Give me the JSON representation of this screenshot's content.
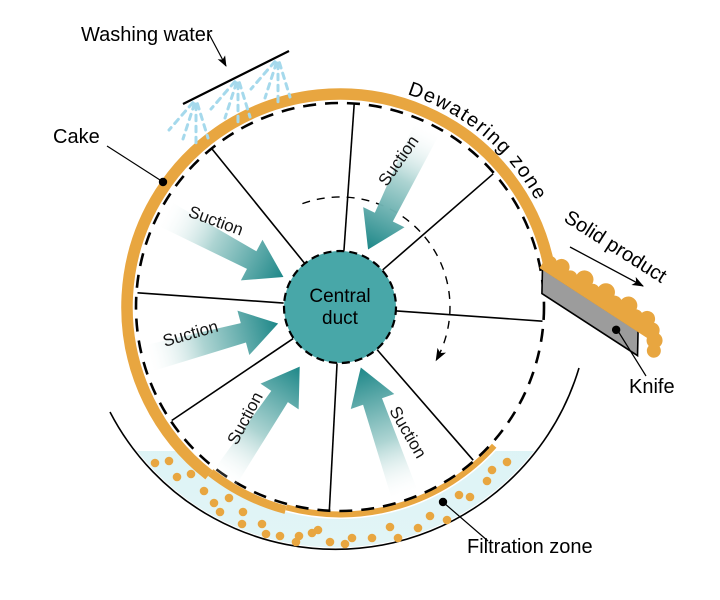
{
  "labels": {
    "washing_water": "Washing water",
    "cake": "Cake",
    "dewatering_zone": "Dewatering zone",
    "suction": "Suction",
    "central_duct_line1": "Central",
    "central_duct_line2": "duct",
    "solid_product": "Solid product",
    "knife": "Knife",
    "filtration_zone": "Filtration zone"
  },
  "colors": {
    "cake_orange": "#E8A640",
    "duct_fill": "#48A7A8",
    "suction_deep": "#1D8788",
    "suction_mid": "#A9D2D0",
    "spray_blue": "#A5D9EC",
    "liquid_top": "#C9ECF3",
    "liquid_bottom": "#E2F5F6",
    "knife_gray": "#9C9C9C",
    "ink": "#000000"
  }
}
